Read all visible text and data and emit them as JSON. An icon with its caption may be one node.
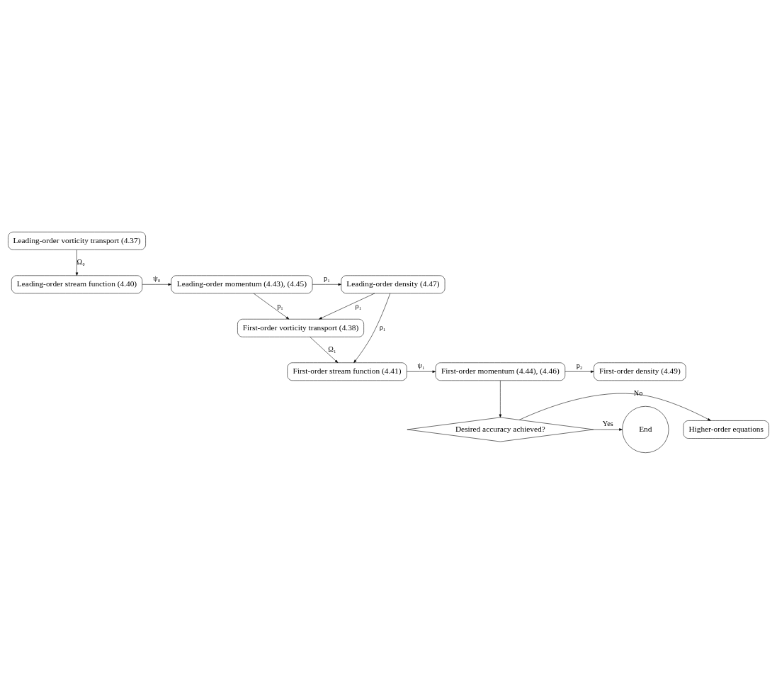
{
  "diagram": {
    "nodes": [
      {
        "text": [
          "Leading-order vorticity transport (4.37)"
        ]
      },
      {
        "text": [
          "Leading-order stream function (4.40)"
        ]
      },
      {
        "text": [
          "Leading-order momentum (4.43), (4.45)"
        ]
      },
      {
        "text": [
          "Leading-order density (4.47)"
        ]
      },
      {
        "text": [
          "First-order vorticity transport (4.38)"
        ]
      },
      {
        "text": [
          "First-order stream function (4.41)"
        ]
      },
      {
        "text": [
          "First-order momentum (4.44), (4.46)"
        ]
      },
      {
        "text": [
          "First-order density (4.49)"
        ]
      },
      {
        "text": [
          "Desired accuracy achieved?"
        ]
      },
      {
        "text": [
          "Higher-order equations"
        ]
      },
      {
        "text": [
          "End"
        ]
      }
    ],
    "edges": [
      {
        "from": 0,
        "to": 1,
        "arrow": "to",
        "label": "Ω₀"
      },
      {
        "from": 1,
        "to": 2,
        "arrow": "to",
        "label": "ψ₀"
      },
      {
        "from": 2,
        "to": 3,
        "arrow": "to",
        "label": "p₁"
      },
      {
        "from": 2,
        "to": 4,
        "arrow": "to",
        "label": "p₁"
      },
      {
        "from": 3,
        "to": 4,
        "arrow": "to",
        "label": "ρ₁"
      },
      {
        "from": 4,
        "to": 5,
        "arrow": "to",
        "label": "Ω₁"
      },
      {
        "from": 3,
        "to": 5,
        "arrow": "to",
        "label": "ρ₁"
      },
      {
        "from": 5,
        "to": 6,
        "arrow": "to",
        "label": "ψ₁"
      },
      {
        "from": 6,
        "to": 7,
        "arrow": "to",
        "label": "p₂"
      },
      {
        "from": 6,
        "to": 8,
        "arrow": "to"
      },
      {
        "from": 8,
        "to": 9,
        "arrow": "to",
        "label": "No"
      },
      {
        "from": 8,
        "to": 10,
        "arrow": "to",
        "label": "Yes"
      }
    ]
  }
}
